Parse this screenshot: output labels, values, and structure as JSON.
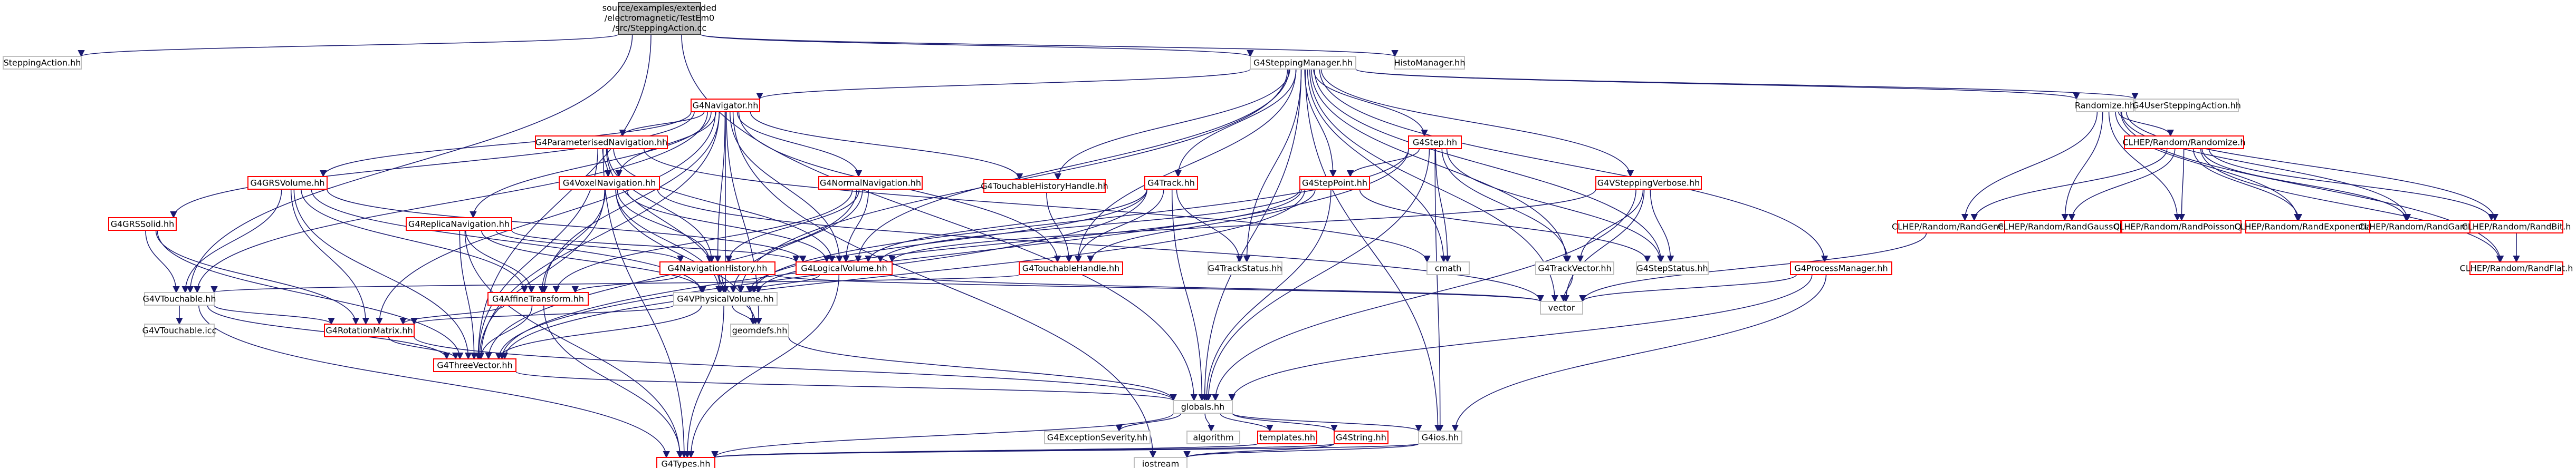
{
  "colors": {
    "edge": "#191970",
    "node_normal_border": "#bfbfbf",
    "node_red_border": "#ff0000",
    "node_root_fill": "#bfbfbf",
    "node_root_border": "#404040",
    "text": "#000000"
  },
  "nodes": {
    "root_l1": "source/examples/extended",
    "root_l2": "/electromagnetic/TestEm0",
    "root_l3": "/src/SteppingAction.cc",
    "stepping_action": "SteppingAction.hh",
    "stepping_manager": "G4SteppingManager.hh",
    "histo_manager": "HistoManager.hh",
    "navigator": "G4Navigator.hh",
    "touchable_history_handle": "G4TouchableHistoryHandle.hh",
    "randomize": "Randomize.hh",
    "user_stepping_action": "G4UserSteppingAction.hh",
    "parameterised_navigation": "G4ParameterisedNavigation.hh",
    "clhep_randomize": "CLHEP/Random/Randomize.h",
    "grs_volume": "G4GRSVolume.hh",
    "voxel_navigation": "G4VoxelNavigation.hh",
    "normal_navigation": "G4NormalNavigation.hh",
    "track": "G4Track.hh",
    "step_point": "G4StepPoint.hh",
    "step": "G4Step.hh",
    "stepping_verbose": "G4VSteppingVerbose.hh",
    "replica_navigation": "G4ReplicaNavigation.hh",
    "rand_general": "CLHEP/Random/RandGeneral.h",
    "rand_gauss_q": "CLHEP/Random/RandGaussQ.h",
    "rand_poisson_q": "CLHEP/Random/RandPoissonQ.h",
    "rand_exponential": "CLHEP/Random/RandExponential.h",
    "rand_gamma": "CLHEP/Random/RandGamma.h",
    "rand_bit": "CLHEP/Random/RandBit.h",
    "grs_solid": "G4GRSSolid.hh",
    "navigation_history": "G4NavigationHistory.hh",
    "logical_volume": "G4LogicalVolume.hh",
    "touchable_handle": "G4TouchableHandle.hh",
    "track_status": "G4TrackStatus.hh",
    "cmath": "cmath",
    "track_vector": "G4TrackVector.hh",
    "step_status": "G4StepStatus.hh",
    "process_manager": "G4ProcessManager.hh",
    "rand_flat": "CLHEP/Random/RandFlat.h",
    "vtouchable": "G4VTouchable.hh",
    "affine_transform": "G4AffineTransform.hh",
    "vphysical_volume": "G4VPhysicalVolume.hh",
    "vector": "vector",
    "vtouchable_icc": "G4VTouchable.icc",
    "rotation_matrix": "G4RotationMatrix.hh",
    "geomdefs": "geomdefs.hh",
    "three_vector": "G4ThreeVector.hh",
    "globals": "globals.hh",
    "exception_severity": "G4ExceptionSeverity.hh",
    "algorithm": "algorithm",
    "templates": "templates.hh",
    "g4string": "G4String.hh",
    "g4ios": "G4ios.hh",
    "iostream": "iostream",
    "g4types": "G4Types.hh"
  }
}
